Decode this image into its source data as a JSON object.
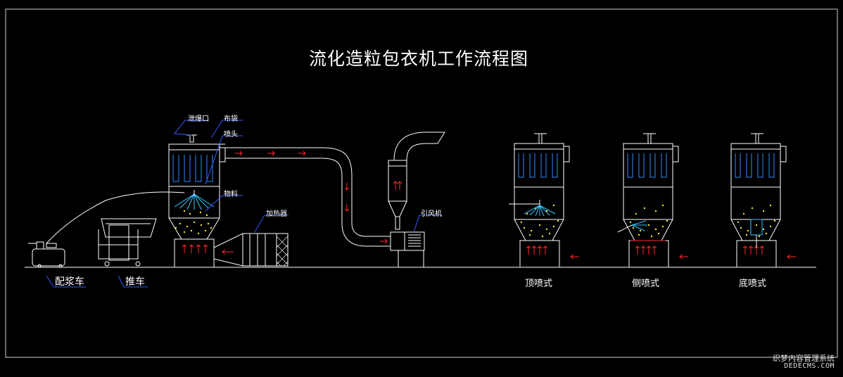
{
  "title": "流化造粒包衣机工作流程图",
  "labels": {
    "explosion_vent": "泄爆口",
    "filter_bag": "布袋",
    "spray_nozzle": "喷头",
    "material": "物料",
    "heater": "加热器",
    "induced_fan": "引风机",
    "slurry_cart": "配浆车",
    "trolley": "推车"
  },
  "variants": [
    {
      "label": "顶喷式"
    },
    {
      "label": "侧喷式"
    },
    {
      "label": "底喷式"
    }
  ],
  "watermark": {
    "line1": "织梦内容管理系统",
    "line2": "DEDECMS.COM"
  },
  "colors": {
    "background": "#000000",
    "line": "#ffffff",
    "filter": "#2f8cff",
    "arrow": "#ff2a2a",
    "leader": "#2f5cff",
    "particle": "#ffe03a"
  }
}
